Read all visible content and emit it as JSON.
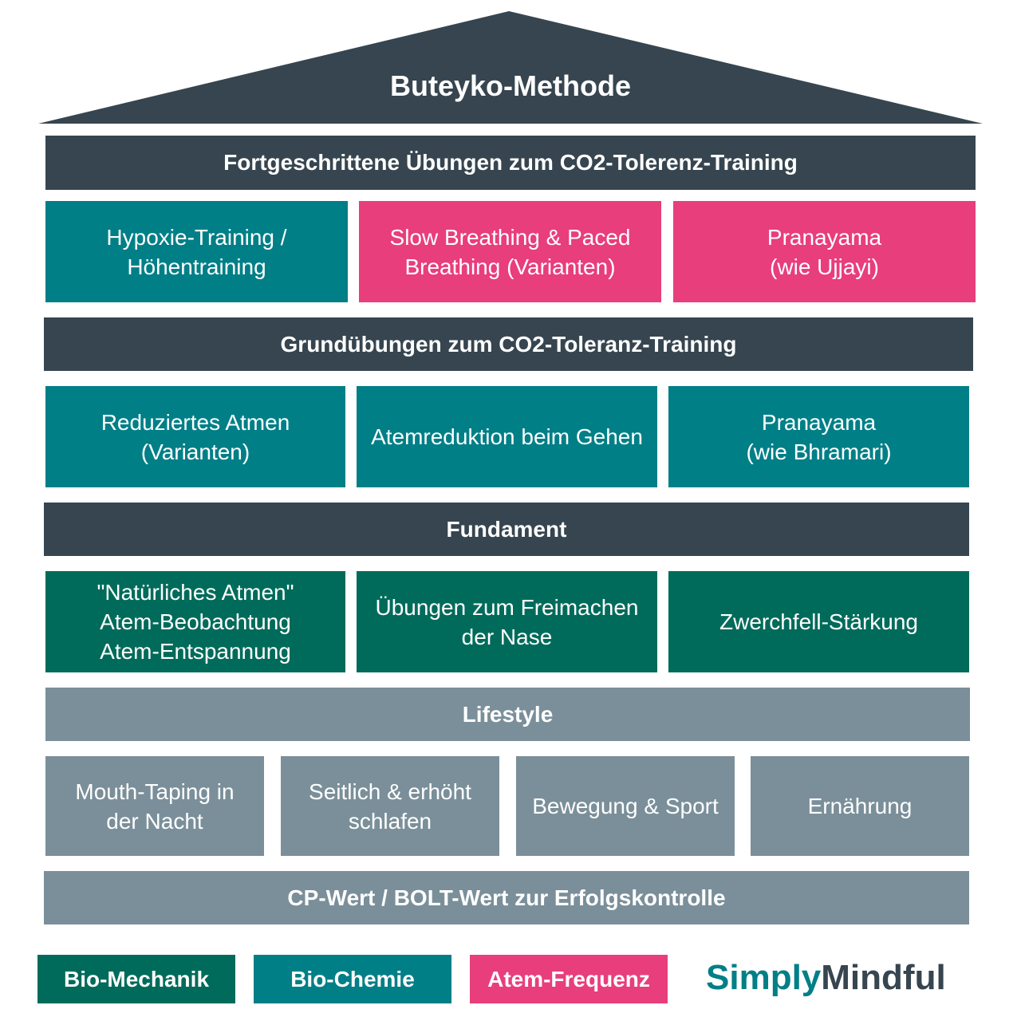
{
  "colors": {
    "dark": "#36454f",
    "teal": "#007f87",
    "pink": "#e83e7b",
    "green": "#006b5a",
    "gray": "#7a8f99",
    "logo_simply": "#007f87",
    "logo_mindful": "#36454f"
  },
  "title": "Buteyko-Methode",
  "levels": {
    "advanced": {
      "heading": "Fortgeschrittene Übungen zum CO2-Tolerenz-Training",
      "items": [
        "Hypoxie-Training /\nHöhentraining",
        "Slow Breathing & Paced\nBreathing (Varianten)",
        "Pranayama\n(wie Ujjayi)"
      ]
    },
    "basic": {
      "heading": "Grundübungen zum CO2-Toleranz-Training",
      "items": [
        "Reduziertes Atmen\n(Varianten)",
        "Atemreduktion beim Gehen",
        "Pranayama\n(wie Bhramari)"
      ]
    },
    "foundation": {
      "heading": "Fundament",
      "items": [
        "\"Natürliches Atmen\"\nAtem-Beobachtung\nAtem-Entspannung",
        "Übungen zum Freimachen\nder Nase",
        "Zwerchfell-Stärkung"
      ]
    },
    "lifestyle": {
      "heading": "Lifestyle",
      "items": [
        "Mouth-Taping in\nder Nacht",
        "Seitlich & erhöht\nschlafen",
        "Bewegung & Sport",
        "Ernährung"
      ]
    }
  },
  "base": "CP-Wert / BOLT-Wert zur Erfolgskontrolle",
  "legend": [
    "Bio-Mechanik",
    "Bio-Chemie",
    "Atem-Frequenz"
  ],
  "logo": {
    "part1": "Simply",
    "part2": "Mindful"
  }
}
